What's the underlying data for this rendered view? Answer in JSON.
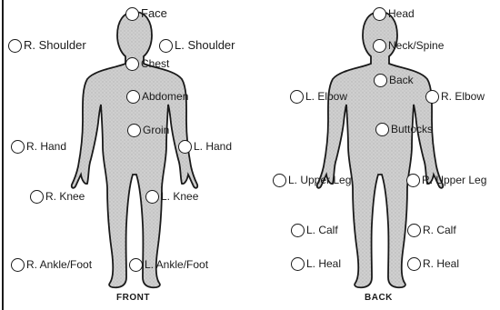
{
  "front": {
    "caption": "FRONT",
    "options": {
      "face": "Face",
      "r_shoulder": "R. Shoulder",
      "l_shoulder": "L. Shoulder",
      "chest": "Chest",
      "abdomen": "Abdomen",
      "groin": "Groin",
      "r_hand": "R. Hand",
      "l_hand": "L. Hand",
      "r_knee": "R. Knee",
      "l_knee": "L. Knee",
      "r_ankle_foot": "R. Ankle/Foot",
      "l_ankle_foot": "L. Ankle/Foot"
    }
  },
  "back": {
    "caption": "BACK",
    "options": {
      "head": "Head",
      "neck_spine": "Neck/Spine",
      "back": "Back",
      "l_elbow": "L. Elbow",
      "r_elbow": "R. Elbow",
      "buttocks": "Buttocks",
      "l_upper_leg": "L. Upper Leg",
      "r_upper_leg": "R. Upper Leg",
      "l_calf": "L. Calf",
      "r_calf": "R. Calf",
      "l_heal": "L. Heal",
      "r_heal": "R. Heal"
    }
  },
  "colors": {
    "body_fill": "#cdcdcd",
    "outline": "#1a1a1a"
  }
}
